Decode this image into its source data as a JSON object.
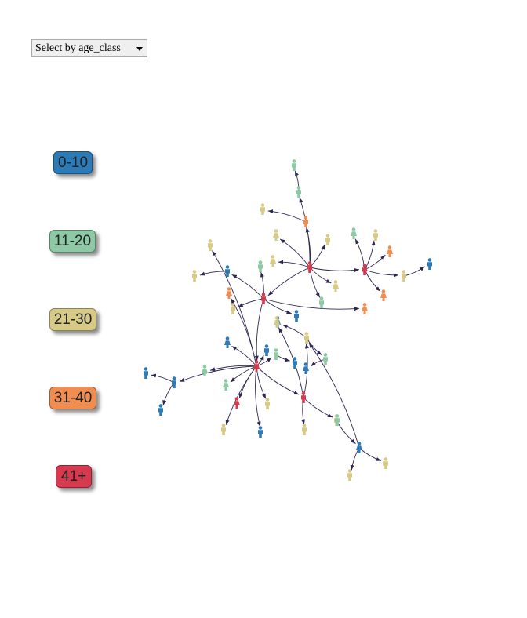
{
  "select": {
    "label": "Select by age_class"
  },
  "legend": [
    {
      "label": "0-10",
      "color": "#2c7bb6"
    },
    {
      "label": "11-20",
      "color": "#8cc9a4"
    },
    {
      "label": "21-30",
      "color": "#d6ca86"
    },
    {
      "label": "31-40",
      "color": "#f28d52"
    },
    {
      "label": "41+",
      "color": "#d73a4e"
    }
  ],
  "graph": {
    "nodes": [
      {
        "id": "A",
        "cls": 4,
        "icon": "male"
      },
      {
        "id": "B",
        "cls": 4,
        "icon": "male"
      },
      {
        "id": "C",
        "cls": 4,
        "icon": "male"
      },
      {
        "id": "D",
        "cls": 4,
        "icon": "female"
      },
      {
        "id": "E",
        "cls": 4,
        "icon": "male"
      },
      {
        "id": "n1",
        "cls": 1,
        "icon": "male"
      },
      {
        "id": "n2",
        "cls": 1,
        "icon": "male"
      },
      {
        "id": "n3",
        "cls": 3,
        "icon": "male"
      },
      {
        "id": "n4",
        "cls": 2,
        "icon": "male"
      },
      {
        "id": "n5",
        "cls": 2,
        "icon": "female"
      },
      {
        "id": "n6",
        "cls": 2,
        "icon": "female"
      },
      {
        "id": "n7",
        "cls": 2,
        "icon": "male"
      },
      {
        "id": "n8",
        "cls": 1,
        "icon": "male"
      },
      {
        "id": "n9",
        "cls": 2,
        "icon": "female"
      },
      {
        "id": "n10",
        "cls": 1,
        "icon": "female"
      },
      {
        "id": "n11",
        "cls": 2,
        "icon": "male"
      },
      {
        "id": "n12",
        "cls": 3,
        "icon": "female"
      },
      {
        "id": "n13",
        "cls": 3,
        "icon": "female"
      },
      {
        "id": "n14",
        "cls": 2,
        "icon": "male"
      },
      {
        "id": "n15",
        "cls": 0,
        "icon": "male"
      },
      {
        "id": "n16",
        "cls": 3,
        "icon": "female"
      },
      {
        "id": "n17",
        "cls": 2,
        "icon": "male"
      },
      {
        "id": "n18",
        "cls": 0,
        "icon": "male"
      },
      {
        "id": "n19",
        "cls": 0,
        "icon": "male"
      },
      {
        "id": "n20",
        "cls": 2,
        "icon": "male"
      },
      {
        "id": "n21",
        "cls": 1,
        "icon": "male"
      },
      {
        "id": "n22",
        "cls": 3,
        "icon": "female"
      },
      {
        "id": "n23",
        "cls": 2,
        "icon": "male"
      },
      {
        "id": "n24",
        "cls": 0,
        "icon": "female"
      },
      {
        "id": "n25",
        "cls": 1,
        "icon": "female"
      },
      {
        "id": "n26",
        "cls": 2,
        "icon": "male"
      },
      {
        "id": "n27",
        "cls": 0,
        "icon": "male"
      },
      {
        "id": "n28",
        "cls": 1,
        "icon": "female"
      },
      {
        "id": "n29",
        "cls": 4,
        "icon": "female"
      },
      {
        "id": "n30",
        "cls": 0,
        "icon": "male"
      },
      {
        "id": "n31",
        "cls": 0,
        "icon": "male"
      },
      {
        "id": "n32",
        "cls": 0,
        "icon": "male"
      },
      {
        "id": "n33",
        "cls": 0,
        "icon": "male"
      },
      {
        "id": "n34",
        "cls": 1,
        "icon": "male"
      },
      {
        "id": "n35",
        "cls": 0,
        "icon": "male"
      },
      {
        "id": "n36",
        "cls": 2,
        "icon": "male"
      },
      {
        "id": "n37",
        "cls": 1,
        "icon": "male"
      },
      {
        "id": "n38",
        "cls": 0,
        "icon": "female"
      },
      {
        "id": "n39",
        "cls": 0,
        "icon": "female"
      },
      {
        "id": "n40",
        "cls": 2,
        "icon": "male"
      },
      {
        "id": "n41",
        "cls": 0,
        "icon": "female"
      },
      {
        "id": "n42",
        "cls": 2,
        "icon": "male"
      },
      {
        "id": "n43",
        "cls": 2,
        "icon": "male"
      },
      {
        "id": "n44",
        "cls": 2,
        "icon": "male"
      },
      {
        "id": "n45",
        "cls": 2,
        "icon": "male"
      },
      {
        "id": "n46",
        "cls": 1,
        "icon": "male"
      },
      {
        "id": "n47",
        "cls": 2,
        "icon": "female"
      },
      {
        "id": "n48",
        "cls": 2,
        "icon": "male"
      }
    ],
    "edges": [
      [
        "A",
        "n1"
      ],
      [
        "n1",
        "n2"
      ],
      [
        "A",
        "n3"
      ],
      [
        "n3",
        "n4"
      ],
      [
        "A",
        "n5"
      ],
      [
        "A",
        "n6"
      ],
      [
        "A",
        "n7"
      ],
      [
        "A",
        "n8"
      ],
      [
        "A",
        "n9"
      ],
      [
        "A",
        "B"
      ],
      [
        "A",
        "C"
      ],
      [
        "B",
        "n10"
      ],
      [
        "B",
        "n11"
      ],
      [
        "B",
        "n12"
      ],
      [
        "B",
        "n13"
      ],
      [
        "B",
        "n14"
      ],
      [
        "n14",
        "n15"
      ],
      [
        "C",
        "n16"
      ],
      [
        "C",
        "n17"
      ],
      [
        "C",
        "n18"
      ],
      [
        "C",
        "n19"
      ],
      [
        "n19",
        "n20"
      ],
      [
        "C",
        "n21"
      ],
      [
        "C",
        "D"
      ],
      [
        "D",
        "n22"
      ],
      [
        "D",
        "n23"
      ],
      [
        "D",
        "n24"
      ],
      [
        "D",
        "n25"
      ],
      [
        "D",
        "n26"
      ],
      [
        "D",
        "n27"
      ],
      [
        "D",
        "n28"
      ],
      [
        "D",
        "n29"
      ],
      [
        "D",
        "n30"
      ],
      [
        "n30",
        "n31"
      ],
      [
        "n30",
        "n32"
      ],
      [
        "D",
        "n33"
      ],
      [
        "D",
        "n34"
      ],
      [
        "n34",
        "n35"
      ],
      [
        "D",
        "n36"
      ],
      [
        "D",
        "E"
      ],
      [
        "n42",
        "n37"
      ],
      [
        "n37",
        "n38"
      ],
      [
        "n42",
        "n39"
      ],
      [
        "n40",
        "n41"
      ],
      [
        "n41",
        "n42"
      ],
      [
        "n41",
        "n43"
      ],
      [
        "n41",
        "n44"
      ],
      [
        "E",
        "n45"
      ],
      [
        "E",
        "n46"
      ],
      [
        "E",
        "n47"
      ],
      [
        "E",
        "n48"
      ]
    ]
  }
}
